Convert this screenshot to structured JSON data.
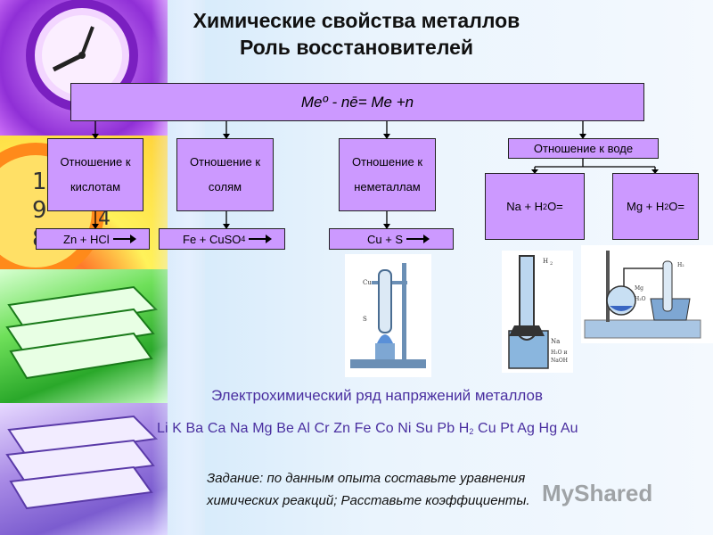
{
  "title": {
    "line1": "Химические свойства металлов",
    "line2": "Роль восстановителей"
  },
  "main_equation": "Meº - nē= Me +n",
  "categories": {
    "acids": {
      "line1": "Отношение к",
      "line2": "кислотам"
    },
    "salts": {
      "line1": "Отношение к",
      "line2": "солям"
    },
    "nonmetals": {
      "line1": "Отношение к",
      "line2": "неметаллам"
    },
    "water": "Отношение к воде"
  },
  "reactions": {
    "acids": "Zn + HCl",
    "salts_prefix": "Fe + CuSO",
    "salts_sub": "4",
    "nonmetals": "Cu + S",
    "water_na_prefix": "Na + H",
    "water_na_sub": "2",
    "water_na_suffix": "O=",
    "water_mg_prefix": "Mg + H",
    "water_mg_sub": "2",
    "water_mg_suffix": "O="
  },
  "apparatus_labels": {
    "cu_label": "Cu",
    "s_label": "S",
    "h2_label": "H",
    "h2_sub": "2",
    "na_label": "Na",
    "naoh_label1": "H₂O и",
    "naoh_label2": "NaOH",
    "mg_label": "Mg",
    "h2o_label": "H₂O",
    "mg_h2_label": "H₂"
  },
  "series_title": "Электрохимический ряд напряжений металлов",
  "series": {
    "before_h": "Li K Ba Ca Na  Mg Be Al Cr Zn Fe  Co  Ni Su Pb H",
    "h_sub": "2",
    "after_h": " Cu Pt Ag Hg Au"
  },
  "task": {
    "line1": "Задание: по данным опыта составьте уравнения",
    "line2": "химических реакций;    Расставьте коэффициенты."
  },
  "watermark": "MyShared",
  "colors": {
    "box_fill": "#cc99ff",
    "series_text": "#4a2fa0"
  }
}
